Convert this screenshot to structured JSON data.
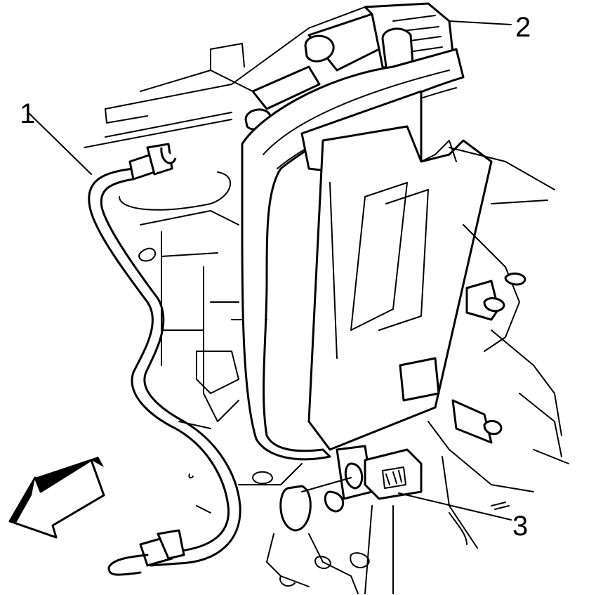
{
  "diagram": {
    "callouts": [
      {
        "id": "1",
        "label": "1"
      },
      {
        "id": "2",
        "label": "2"
      },
      {
        "id": "3",
        "label": "3"
      }
    ],
    "direction_arrow": {
      "icon": "front-direction-arrow-icon",
      "color": "#000000"
    },
    "line_color": "#000000",
    "background": "#ffffff"
  }
}
